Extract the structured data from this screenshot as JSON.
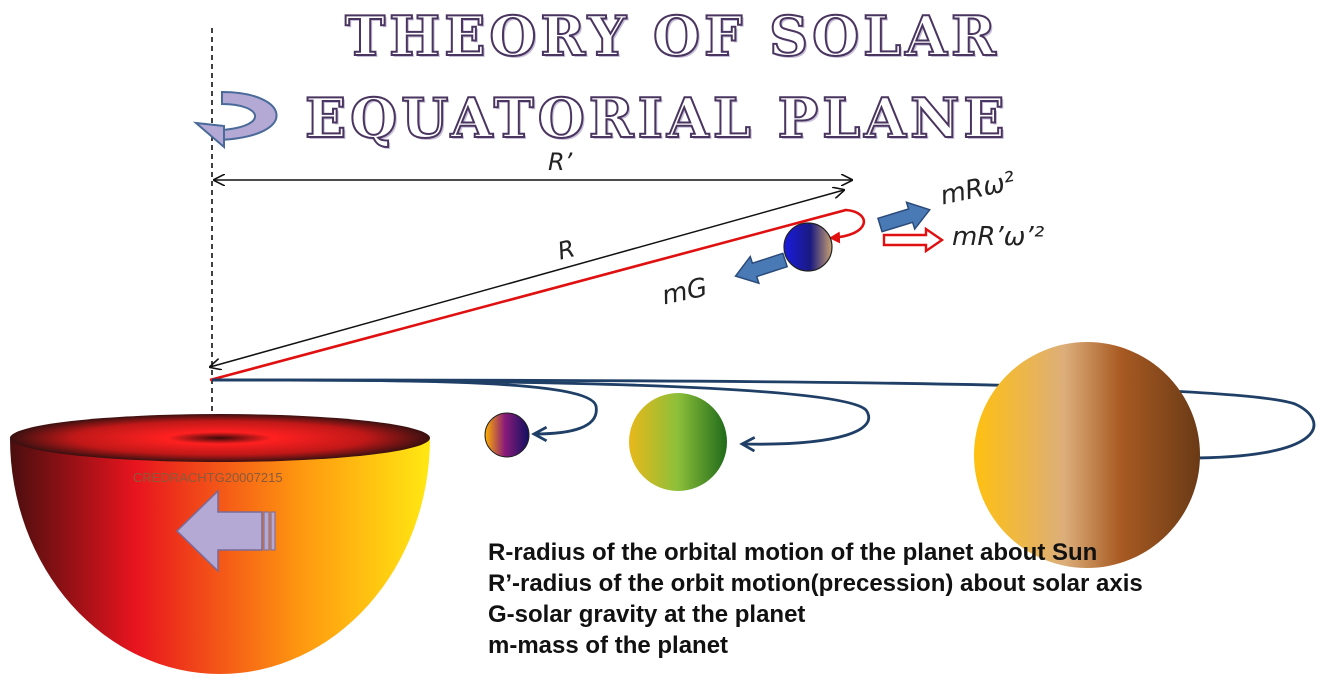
{
  "title": {
    "line1": "THEORY OF SOLAR",
    "line2": "EQUATORIAL PLANE"
  },
  "labels": {
    "r_prime": "R’",
    "r": "R",
    "mG": "mG",
    "mRw2": "mRω²",
    "mRw2_prime": "mR’ω’²"
  },
  "watermark": "CREDRACHTG20007215",
  "legend": [
    "R-radius of the orbital motion of the planet about Sun",
    "R’-radius of the orbit motion(precession) about solar axis",
    "G-solar gravity at the planet",
    "m-mass of the planet"
  ],
  "colors": {
    "title_outline": "#4a3560",
    "orbit_red": "#e01010",
    "orbit_blue": "#1f3f66",
    "force_arrow": "#4a7ab5",
    "rotation_arrow": "#b4a8d4"
  },
  "icons": {
    "rotation": "curved-rotation-arrow",
    "spin": "left-block-arrow"
  }
}
